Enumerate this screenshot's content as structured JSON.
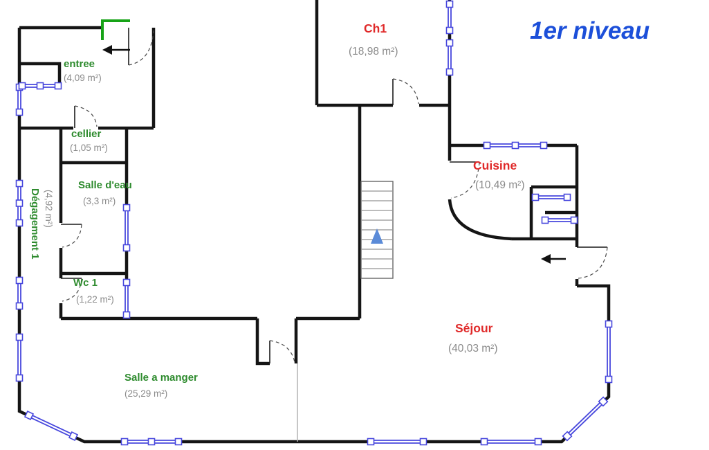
{
  "title": {
    "label": "1er niveau"
  },
  "colors": {
    "room_label_green": "#2e8b2e",
    "room_label_red": "#e02a2a",
    "area_text_gray": "#8a8a8a",
    "wall_black": "#151515",
    "window_blue": "#4747dd",
    "title_blue": "#1c4fd9",
    "stair_arrow_blue": "#5b8bd8",
    "highlight_green": "#17a317"
  },
  "rooms": [
    {
      "name": "entree",
      "area": "(4,09 m²)",
      "category": "green"
    },
    {
      "name": "cellier",
      "area": "(1,05 m²)",
      "category": "green"
    },
    {
      "name": "Salle d'eau",
      "area": "(3,3 m²)",
      "category": "green"
    },
    {
      "name": "Dégagement 1",
      "area": "(4,92 m²)",
      "category": "green"
    },
    {
      "name": "Wc 1",
      "area": "(1,22 m²)",
      "category": "green"
    },
    {
      "name": "Salle a manger",
      "area": "(25,29 m²)",
      "category": "green"
    },
    {
      "name": "Ch1",
      "area": "(18,98 m²)",
      "category": "red"
    },
    {
      "name": "Cuisine",
      "area": "(10,49 m²)",
      "category": "red"
    },
    {
      "name": "Séjour",
      "area": "(40,03 m²)",
      "category": "red"
    }
  ]
}
